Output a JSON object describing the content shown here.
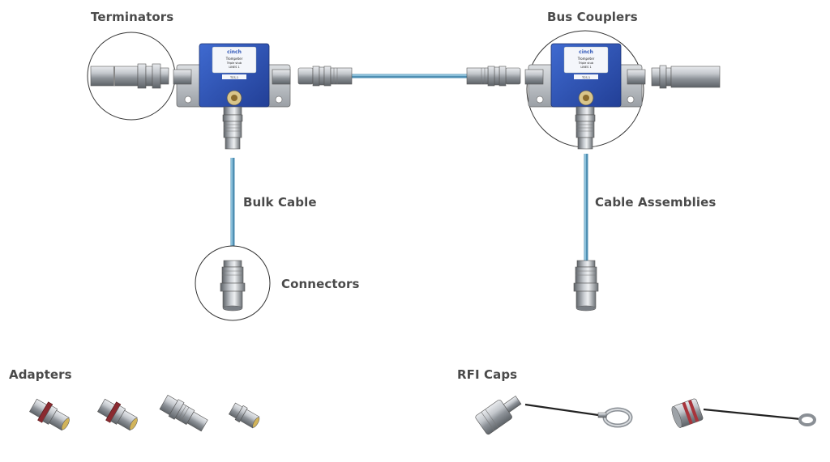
{
  "labels": {
    "terminators": "Terminators",
    "bus_couplers": "Bus Couplers",
    "bulk_cable": "Bulk Cable",
    "cable_assemblies": "Cable Assemblies",
    "connectors": "Connectors",
    "adapters": "Adapters",
    "rfi_caps": "RFI Caps"
  },
  "coupler": {
    "brand": "cinch",
    "title": "Trompeter",
    "line1": "Triple stub",
    "line2": "LINES 1",
    "part": "TCS-1"
  },
  "colors": {
    "label_text": "#4a4a4a",
    "cable": "#6aa8c8",
    "coupler_blue": "#2f56b8",
    "metal": "#a9adb3"
  },
  "icons": {
    "terminator_zoom": "circle-callout",
    "connector_zoom": "circle-callout",
    "bus_coupler_zoom": "circle-callout"
  }
}
